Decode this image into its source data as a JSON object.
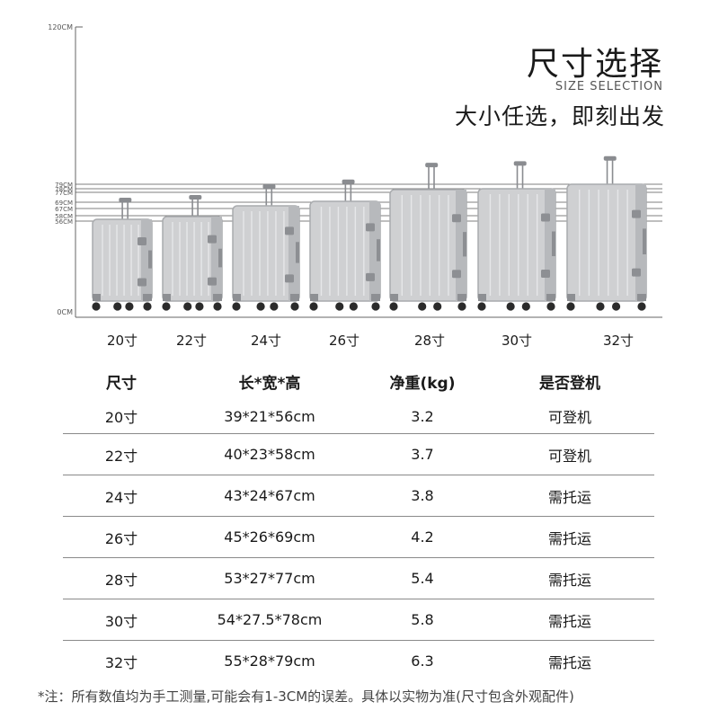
{
  "header": {
    "title": "尺寸选择",
    "subtitle": "SIZE SELECTION",
    "slogan": "大小任选，即刻出发"
  },
  "chart_data": {
    "type": "bar",
    "title": "",
    "ylim": [
      0,
      120
    ],
    "y_unit": "CM",
    "axis_ticks": [
      "120CM",
      "0CM"
    ],
    "height_ticks": [
      "79CM",
      "78CM",
      "77CM",
      "69CM",
      "67CM",
      "58CM",
      "56CM"
    ],
    "categories": [
      "20寸",
      "22寸",
      "24寸",
      "26寸",
      "28寸",
      "30寸",
      "32寸"
    ],
    "values": [
      56,
      58,
      67,
      69,
      77,
      78,
      79
    ],
    "colors": {
      "body": "#cfd0d2",
      "frame": "#a9abae",
      "handle": "#8a8c90",
      "wheel": "#2b2b2b",
      "line": "#666666"
    }
  },
  "table": {
    "headers": [
      "尺寸",
      "长*宽*高",
      "净重(kg)",
      "是否登机"
    ],
    "rows": [
      [
        "20寸",
        "39*21*56cm",
        "3.2",
        "可登机"
      ],
      [
        "22寸",
        "40*23*58cm",
        "3.7",
        "可登机"
      ],
      [
        "24寸",
        "43*24*67cm",
        "3.8",
        "需托运"
      ],
      [
        "26寸",
        "45*26*69cm",
        "4.2",
        "需托运"
      ],
      [
        "28寸",
        "53*27*77cm",
        "5.4",
        "需托运"
      ],
      [
        "30寸",
        "54*27.5*78cm",
        "5.8",
        "需托运"
      ],
      [
        "32寸",
        "55*28*79cm",
        "6.3",
        "需托运"
      ]
    ]
  },
  "footnote": "*注：所有数值均为手工测量,可能会有1-3CM的误差。具体以实物为准(尺寸包含外观配件)"
}
